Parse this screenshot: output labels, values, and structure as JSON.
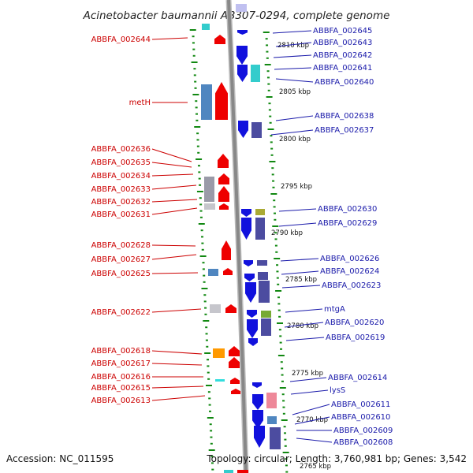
{
  "title": "Acinetobacter baumannii AB307-0294, complete genome",
  "footer": {
    "accession": "Accession: NC_011595",
    "summary": "Topology: circular; Length: 3,760,981 bp; Genes: 3,542"
  },
  "colors": {
    "forward_label": "#cc0000",
    "reverse_label": "#1a1aaa",
    "forward_arrow": "#ee0000",
    "reverse_arrow": "#1111dd",
    "backbone": "#888888",
    "tick": "#118811"
  },
  "kbp_marks": [
    "2810 kbp",
    "2805 kbp",
    "2800 kbp",
    "2795 kbp",
    "2790 kbp",
    "2785 kbp",
    "2780 kbp",
    "2775 kbp",
    "2770 kbp",
    "2765 kbp"
  ],
  "left_labels": [
    "ABBFA_002644",
    "metH",
    "ABBFA_002636",
    "ABBFA_002635",
    "ABBFA_002634",
    "ABBFA_002633",
    "ABBFA_002632",
    "ABBFA_002631",
    "ABBFA_002628",
    "ABBFA_002627",
    "ABBFA_002625",
    "ABBFA_002622",
    "ABBFA_002618",
    "ABBFA_002617",
    "ABBFA_002616",
    "ABBFA_002615",
    "ABBFA_002613"
  ],
  "right_labels": [
    "ABBFA_002645",
    "ABBFA_002643",
    "ABBFA_002642",
    "ABBFA_002641",
    "ABBFA_002640",
    "ABBFA_002638",
    "ABBFA_002637",
    "ABBFA_002630",
    "ABBFA_002629",
    "ABBFA_002626",
    "ABBFA_002624",
    "ABBFA_002623",
    "mtgA",
    "ABBFA_002620",
    "ABBFA_002619",
    "ABBFA_002614",
    "lysS",
    "ABBFA_002611",
    "ABBFA_002610",
    "ABBFA_002609",
    "ABBFA_002608"
  ]
}
